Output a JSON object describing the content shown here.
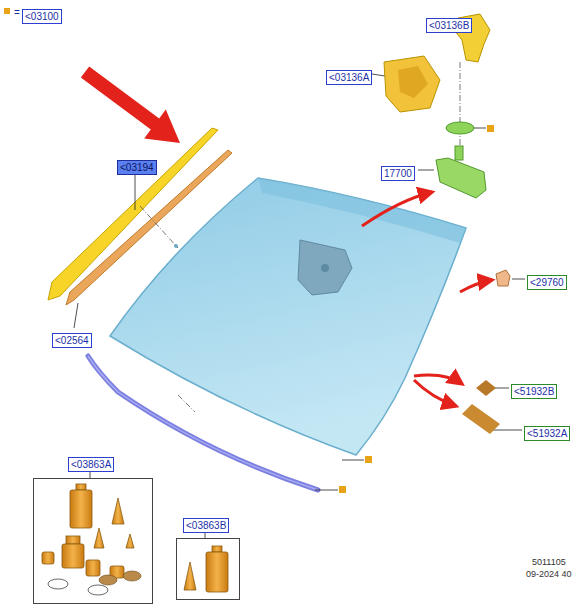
{
  "diagram": {
    "nodes": [
      {
        "text": [
          "<03100"
        ]
      },
      {
        "text": [
          "<03136B"
        ]
      },
      {
        "text": [
          "<03136A"
        ]
      },
      {
        "text": [
          "<03194"
        ]
      },
      {
        "text": [
          "17700"
        ]
      },
      {
        "text": [
          "<29760"
        ]
      },
      {
        "text": [
          "<02564"
        ]
      },
      {
        "text": [
          "<51932B"
        ]
      },
      {
        "text": [
          "<51932A"
        ]
      },
      {
        "text": [
          "<03863A"
        ]
      },
      {
        "text": [
          "<03863B"
        ]
      }
    ],
    "labels": [
      "=",
      "5011105",
      "09-2024 40"
    ]
  }
}
